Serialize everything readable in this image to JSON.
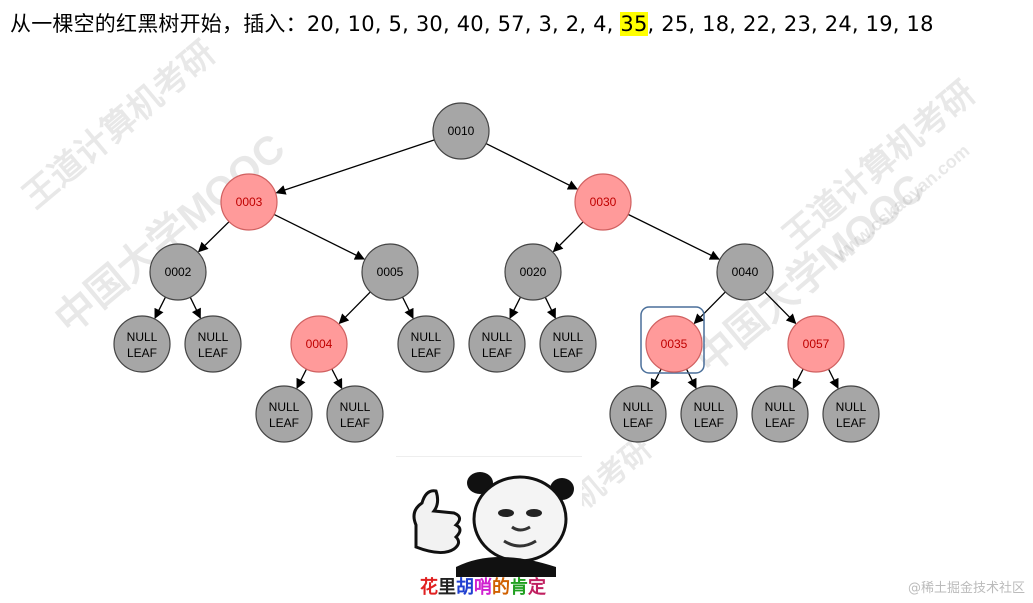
{
  "heading": {
    "prefix": "从一棵空的红黑树开始，插入：",
    "seq_before": "20, 10, 5, 30, 40, 57, 3, 2, 4, ",
    "highlighted": "35",
    "seq_after": ", 25, 18, 22, 23, 24, 19, 18"
  },
  "tree": {
    "colors": {
      "black": "#a6a6a6",
      "red": "#ff9a9a",
      "red_text": "#c00000",
      "black_text": "#000000",
      "highlight_box": "#4a6f9a"
    },
    "nodes": [
      {
        "id": "n10",
        "label": "0010",
        "color": "black"
      },
      {
        "id": "n3",
        "label": "0003",
        "color": "red"
      },
      {
        "id": "n30",
        "label": "0030",
        "color": "red"
      },
      {
        "id": "n2",
        "label": "0002",
        "color": "black"
      },
      {
        "id": "n5",
        "label": "0005",
        "color": "black"
      },
      {
        "id": "n20",
        "label": "0020",
        "color": "black"
      },
      {
        "id": "n40",
        "label": "0040",
        "color": "black"
      },
      {
        "id": "n4",
        "label": "0004",
        "color": "red"
      },
      {
        "id": "n35",
        "label": "0035",
        "color": "red",
        "highlighted": true
      },
      {
        "id": "n57",
        "label": "0057",
        "color": "red"
      }
    ],
    "null_leaf_text": [
      "NULL",
      "LEAF"
    ],
    "null_count": 11
  },
  "meme": {
    "caption": [
      "花",
      "里",
      "胡",
      "哨",
      "的",
      "肯",
      "定"
    ]
  },
  "watermark": {
    "logo_text": "王道计算机考研",
    "mooc_text": "中国大学MOOC",
    "site_text": "www.cskaoyan.com"
  },
  "footer": {
    "credit": "@稀土掘金技术社区"
  }
}
